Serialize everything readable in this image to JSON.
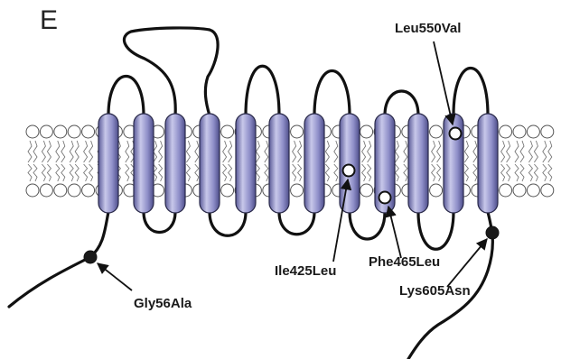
{
  "panel_letter": "E",
  "mutations": [
    {
      "label": "Gly56Ala",
      "marker": "filled"
    },
    {
      "label": "Ile425Leu",
      "marker": "open"
    },
    {
      "label": "Phe465Leu",
      "marker": "open"
    },
    {
      "label": "Leu550Val",
      "marker": "open"
    },
    {
      "label": "Lys605Asn",
      "marker": "filled"
    }
  ],
  "colors": {
    "helix_light": "#c8c8ea",
    "helix_mid": "#8e8ec8",
    "helix_dark": "#5a5a98",
    "line": "#111111"
  }
}
